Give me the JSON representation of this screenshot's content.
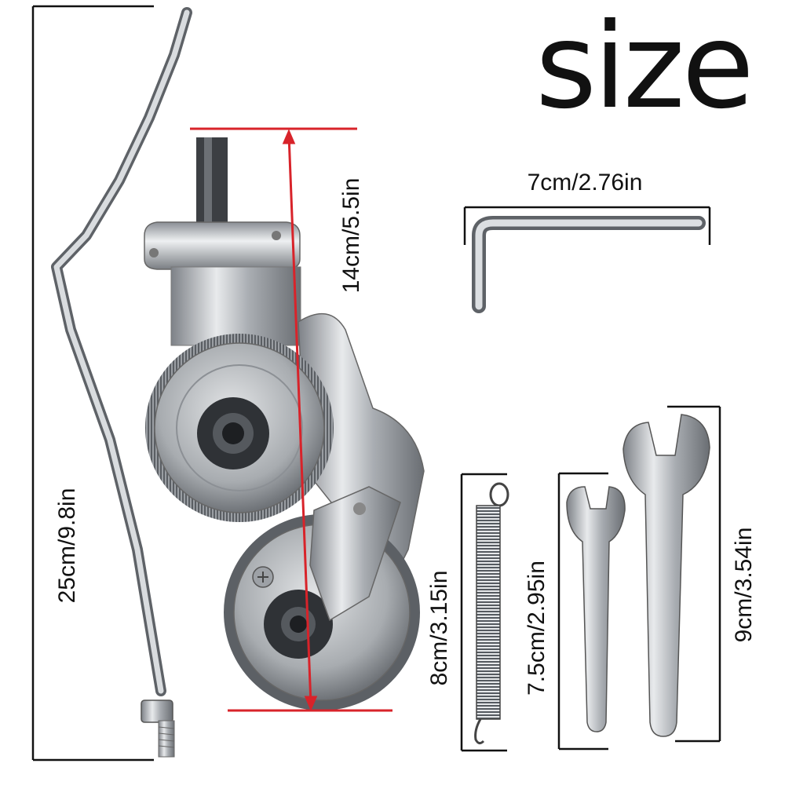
{
  "title": "size",
  "dimensions": {
    "rod": "25cm/9.8in",
    "cutter_head": "14cm/5.5in",
    "hex_key": "7cm/2.76in",
    "spring": "8cm/3.15in",
    "small_wrench": "7.5cm/2.95in",
    "large_wrench": "9cm/3.54in"
  },
  "colors": {
    "measure_red": "#d8232a",
    "bracket_black": "#111111",
    "metal": "#b9bcc0"
  }
}
